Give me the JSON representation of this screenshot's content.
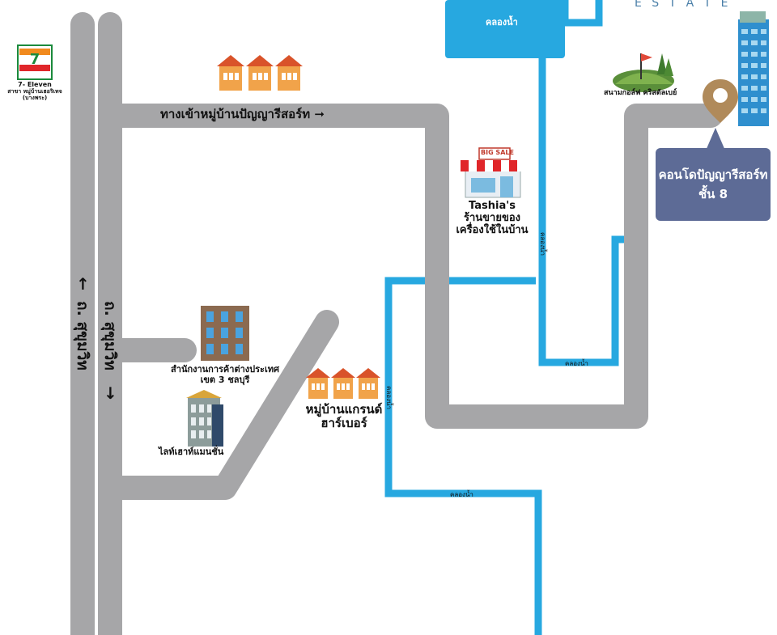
{
  "map": {
    "roads_color": "#a6a6a8",
    "canal_color": "#27a8e0",
    "road_sukhumvit_1": "ถ. สุขุมวิท",
    "road_sukhumvit_2": "ถ. สุขุมวิท",
    "entrance_label": "ทางเข้าหมู่บ้านปัญญารีสอร์ท",
    "seven_eleven": {
      "name": "7- Eleven",
      "branch": "สาขา หมู่บ้านเฮอริเทจ",
      "sub": "(บางพระ)"
    },
    "canal_big_label": "คลองน้ำ",
    "canal_small_labels": [
      "คลองน้ำ",
      "คลองน้ำ",
      "คลองน้ำ",
      "คลองน้ำ"
    ],
    "golf_label": "สนามกอล์ฟ คริสตัลเบย์",
    "estate_label": "E S T A T E",
    "condo_label_line1": "คอนโดปัญญารีสอร์ท",
    "condo_label_line2": "ชั้น 8",
    "shop": {
      "sign": "BIG SALE",
      "name": "Tashia's",
      "line2": "ร้านขายของ",
      "line3": "เครื่องใช้ในบ้าน"
    },
    "office_line1": "สำนักงานการค้าต่างประเทศ",
    "office_line2": "เขต 3 ชลบุรี",
    "mansion_label": "ไลท์เฮาท์แมนชั่น",
    "grand_line1": "หมู่บ้านแกรนด์",
    "grand_line2": "ฮาร์เบอร์",
    "arrow_up": "↑",
    "arrow_down": "↓",
    "arrow_right": "➞"
  }
}
